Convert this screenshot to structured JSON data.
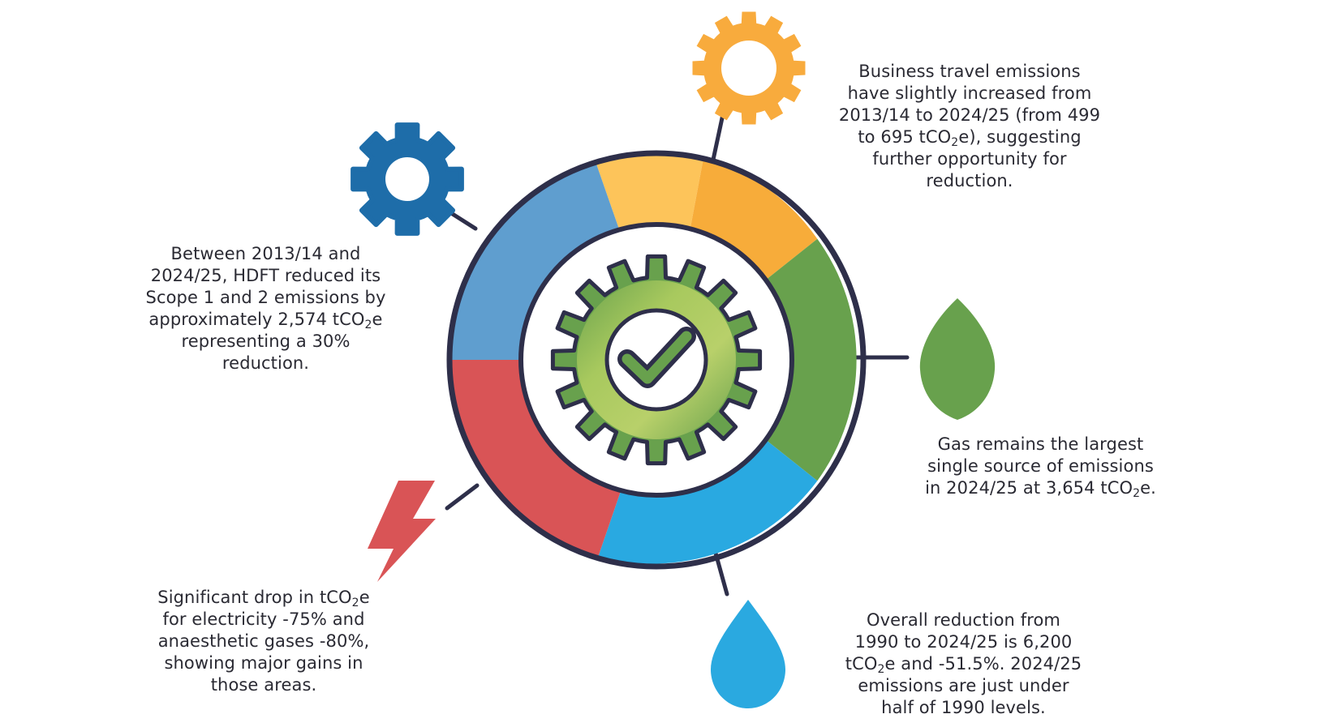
{
  "notes": {
    "business_travel": {
      "l1": "Business travel emissions",
      "l2": "have slightly increased from",
      "l3": "2013/14 to 2024/25 (from 499",
      "l4a": "to 695 tCO",
      "l4sub": "2",
      "l4b": "e), suggesting",
      "l5": "further opportunity for",
      "l6": "reduction."
    },
    "scope_reduction": {
      "l1": "Between 2013/14 and",
      "l2": "2024/25, HDFT reduced its",
      "l3": "Scope 1 and 2 emissions by",
      "l4a": "approximately 2,574 tCO",
      "l4sub": "2",
      "l4b": "e",
      "l5": "representing a 30%",
      "l6": "reduction."
    },
    "gas": {
      "l1": "Gas remains the largest",
      "l2": "single source of  emissions",
      "l3a": "in 2024/25 at 3,654 tCO",
      "l3sub": "2",
      "l3b": "e."
    },
    "electricity": {
      "l1a": "Significant drop in tCO",
      "l1sub": "2",
      "l1b": "e",
      "l2": "for electricity -75% and",
      "l3": "anaesthetic gases -80%,",
      "l4": "showing major gains in",
      "l5": "those areas."
    },
    "overall": {
      "l1": "Overall reduction from",
      "l2": "1990 to 2024/25 is 6,200",
      "l3a": "tCO",
      "l3sub": "2",
      "l3b": "e and -51.5%. 2024/25",
      "l4": "emissions are just under",
      "l5": "half of 1990 levels."
    }
  },
  "icons": {
    "top_right": "sun-icon",
    "top_left": "gear-icon",
    "right": "leaf-icon",
    "bottom_right": "water-drop-icon",
    "bottom_left": "lightning-bolt-icon",
    "center": "gear-checkmark-icon"
  },
  "colors": {
    "outline": "#2e2f4a",
    "ring_light_orange": "#fdc45a",
    "ring_orange": "#f7ac3a",
    "ring_green": "#68a14d",
    "ring_cyan": "#29a9e1",
    "ring_red": "#d95456",
    "ring_blue": "#5f9ecf",
    "sun": "#f8ab3d",
    "gear": "#1e6da9",
    "leaf": "#68a14d",
    "drop": "#2aa9e0",
    "bolt": "#d95456",
    "center_gear_dark": "#68a14d",
    "center_gear_light": "#b7cf66"
  }
}
